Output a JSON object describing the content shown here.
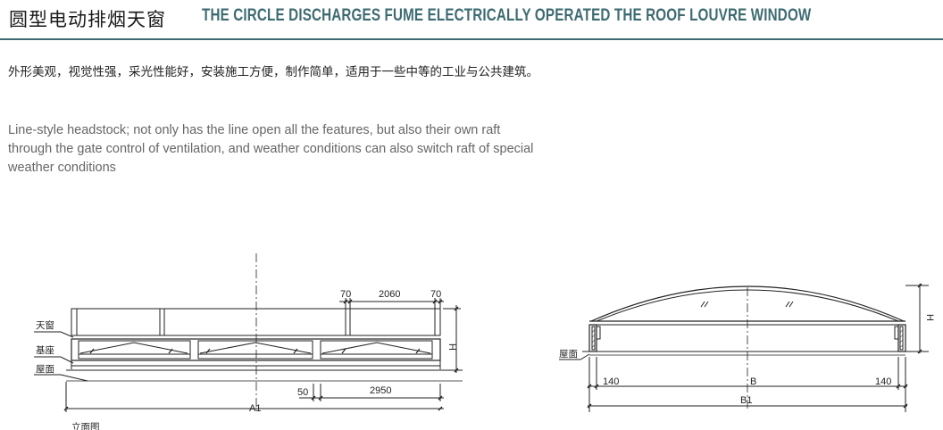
{
  "header": {
    "title_cn": "圆型电动排烟天窗",
    "title_en": "THE CIRCLE DISCHARGES FUME ELECTRICALLY OPERATED THE ROOF LOUVRE WINDOW",
    "accent_color": "#3d6b71"
  },
  "description": {
    "cn": "外形美观，视觉性强，采光性能好，安装施工方便，制作简单，适用于一些中等的工业与公共建筑。",
    "en": "Line-style headstock; not only has the line open all the features, but also their own raft through the gate control of ventilation, and weather conditions can also switch raft of special weather conditions"
  },
  "drawing_left": {
    "label_skylight": "天窗",
    "label_base": "基座",
    "label_roof": "屋面",
    "dim_top_left": "70",
    "dim_top_mid": "2060",
    "dim_top_right": "70",
    "dim_height": "H",
    "dim_bottom_left": "50",
    "dim_bottom_right": "2950",
    "dim_total": "A1",
    "caption": "立面图"
  },
  "drawing_right": {
    "label_roof": "屋面",
    "dim_left": "140",
    "dim_mid": "B",
    "dim_right": "140",
    "dim_total": "B1",
    "dim_height": "H"
  }
}
